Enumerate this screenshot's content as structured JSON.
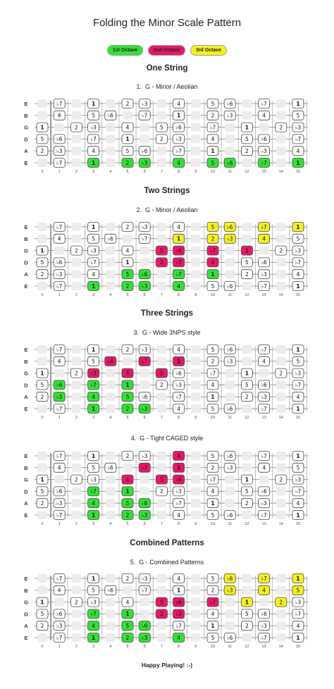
{
  "title": "Folding the Minor Scale Pattern",
  "legend": [
    {
      "label": "1st Octave",
      "color": "#33e233"
    },
    {
      "label": "2nd Octave",
      "color": "#e8176a"
    },
    {
      "label": "3rd Octave",
      "color": "#f7f020"
    }
  ],
  "colors": {
    "o1": "#33e233",
    "o2": "#e8176a",
    "o3": "#f7f020",
    "string": "#999999",
    "fret": "#bbbbbb"
  },
  "strings": [
    "E",
    "B",
    "G",
    "D",
    "A",
    "E"
  ],
  "fret_numbers": [
    "0",
    "1",
    "2",
    "3",
    "4",
    "5",
    "6",
    "7",
    "8",
    "9",
    "10",
    "11",
    "12",
    "13",
    "14",
    "15"
  ],
  "notes": {
    "E": {
      "1": "b7",
      "3": "1",
      "5": "2",
      "6": "b3",
      "8": "4",
      "10": "5",
      "11": "b6",
      "13": "b7",
      "15": "1"
    },
    "B": {
      "1": "4",
      "3": "5",
      "4": "b6",
      "6": "b7",
      "8": "1",
      "10": "2",
      "11": "b3",
      "13": "4",
      "15": "5"
    },
    "G": {
      "0": "1",
      "2": "2",
      "3": "b3",
      "5": "4",
      "7": "5",
      "8": "b6",
      "10": "b7",
      "12": "1",
      "14": "2",
      "15": "b3"
    },
    "D": {
      "0": "5",
      "1": "b6",
      "3": "b7",
      "5": "1",
      "7": "2",
      "8": "b3",
      "10": "4",
      "12": "5",
      "13": "b6",
      "15": "b7"
    },
    "A": {
      "0": "2",
      "1": "b3",
      "3": "4",
      "5": "5",
      "6": "b6",
      "8": "b7",
      "10": "1",
      "12": "2",
      "13": "b3",
      "15": "4"
    },
    "E_low": {
      "1": "b7",
      "3": "1",
      "5": "2",
      "6": "b3",
      "8": "4",
      "10": "5",
      "11": "b6",
      "13": "b7",
      "15": "1"
    }
  },
  "sections": {
    "one_string": "One String",
    "two_strings": "Two Strings",
    "three_strings": "Three Strings",
    "combined": "Combined Patterns"
  },
  "diagrams": [
    {
      "num": "1.",
      "label": "G - Minor / Aeolian",
      "hl": {
        "5": {
          "3": "o1",
          "5": "o1",
          "6": "o1",
          "8": "o1",
          "10": "o1",
          "11": "o1",
          "13": "o1",
          "15": "o1"
        }
      }
    },
    {
      "num": "2.",
      "label": "G - Minor / Aeolian",
      "hl": {
        "5": {
          "3": "o1",
          "5": "o1",
          "6": "o1",
          "8": "o1"
        },
        "4": {
          "5": "o1",
          "6": "o1",
          "8": "o1",
          "10": "o1"
        },
        "3": {
          "7": "o2",
          "8": "o2",
          "10": "o2"
        },
        "2": {
          "7": "o2",
          "8": "o2",
          "10": "o2",
          "12": "o2"
        },
        "1": {
          "8": "o3",
          "10": "o3",
          "11": "o3",
          "13": "o3"
        },
        "0": {
          "10": "o3",
          "11": "o3",
          "13": "o3",
          "15": "o3"
        }
      }
    },
    {
      "num": "3.",
      "label": "G - Wide 3NPS style",
      "hl": {
        "5": {
          "3": "o1",
          "5": "o1",
          "6": "o1"
        },
        "4": {
          "1": "o1",
          "3": "o1",
          "5": "o1"
        },
        "3": {
          "1": "o1",
          "3": "o1",
          "5": "o1"
        },
        "2": {
          "3": "o2",
          "5": "o2",
          "7": "o2"
        },
        "1": {
          "4": "o2",
          "6": "o2",
          "8": "o2"
        }
      }
    },
    {
      "num": "4.",
      "label": "G - Tight CAGED style",
      "hl": {
        "5": {
          "3": "o1",
          "5": "o1",
          "6": "o1"
        },
        "4": {
          "3": "o1",
          "5": "o1",
          "6": "o1"
        },
        "3": {
          "3": "o1",
          "5": "o1"
        },
        "2": {
          "5": "o2",
          "7": "o2",
          "8": "o2"
        },
        "1": {
          "6": "o2",
          "8": "o2"
        },
        "0": {
          "8": "o2"
        }
      }
    },
    {
      "num": "5.",
      "label": "G - Combined Patterns",
      "hl": {
        "5": {
          "3": "o1",
          "5": "o1",
          "6": "o1",
          "8": "o1"
        },
        "4": {
          "3": "o1",
          "5": "o1",
          "6": "o1"
        },
        "3": {
          "3": "o1",
          "5": "o1",
          "7": "o2",
          "8": "o2"
        },
        "2": {
          "7": "o2",
          "8": "o2",
          "10": "o2",
          "12": "o3",
          "14": "o3"
        },
        "1": {
          "11": "o3",
          "13": "o3",
          "15": "o3"
        },
        "0": {
          "11": "o3",
          "13": "o3",
          "15": "o3"
        }
      }
    }
  ],
  "footer": "Happy Playing! :-)"
}
